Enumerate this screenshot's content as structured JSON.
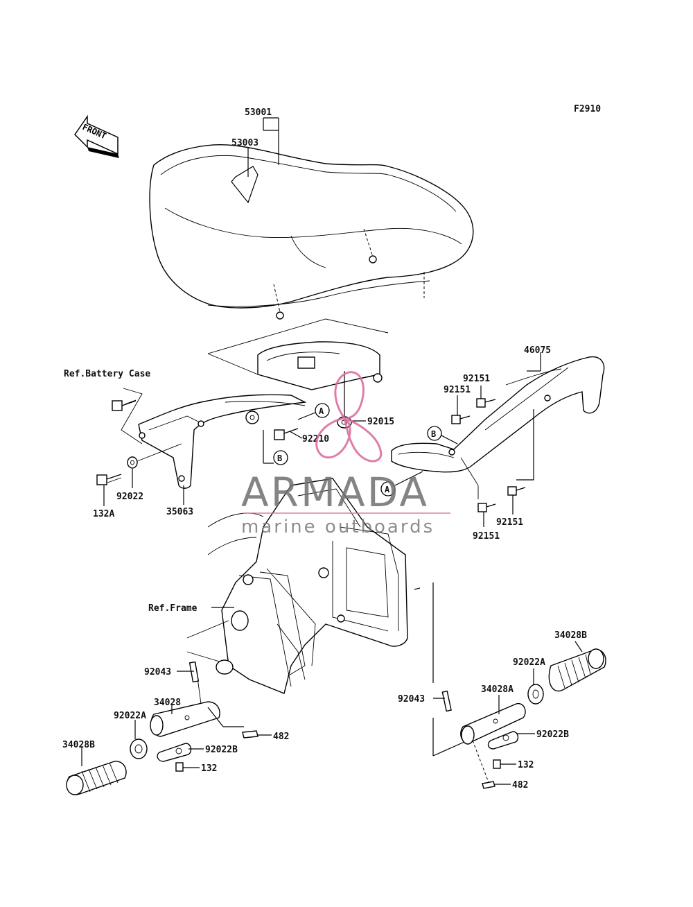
{
  "figure_id": "F2910",
  "front_label": "FRONT",
  "refs": {
    "battery_case": "Ref.Battery Case",
    "frame": "Ref.Frame"
  },
  "callouts": {
    "A": "A",
    "B": "B"
  },
  "parts": {
    "p53001": "53001",
    "p53003": "53003",
    "p46075": "46075",
    "p92151_a": "92151",
    "p92151_b": "92151",
    "p92151_c": "92151",
    "p92151_d": "92151",
    "p92015": "92015",
    "p92210": "92210",
    "p92022": "92022",
    "p132A": "132A",
    "p35063": "35063",
    "p34028B_right": "34028B",
    "p92022A_right": "92022A",
    "p34028A": "34028A",
    "p92043_right": "92043",
    "p92022B_right": "92022B",
    "p132_right": "132",
    "p482_right": "482",
    "p92043_left": "92043",
    "p34028": "34028",
    "p92022A_left": "92022A",
    "p34028B_left": "34028B",
    "p92022B_left": "92022B",
    "p132_left": "132",
    "p482_left": "482"
  },
  "watermark": {
    "brand": "ARMADA",
    "tagline": "marine outboards",
    "accent_color": "#d9689a"
  }
}
